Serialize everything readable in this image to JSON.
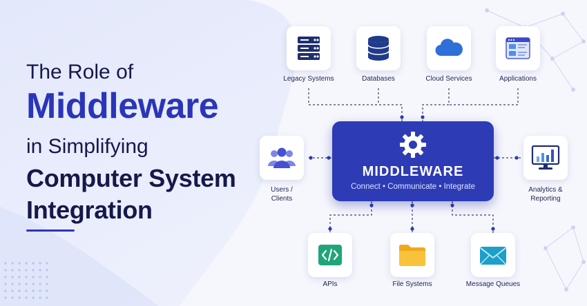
{
  "title": {
    "line1": "The Role of",
    "line2": "Middleware",
    "line3": "in Simplifying",
    "line4": "Computer System",
    "line5": "Integration"
  },
  "middleware": {
    "title": "MIDDLEWARE",
    "subtitle": "Connect • Communicate • Integrate",
    "icon": "gear-icon"
  },
  "nodes": {
    "legacy": {
      "label": "Legacy Systems",
      "icon": "server-icon"
    },
    "databases": {
      "label": "Databases",
      "icon": "database-icon"
    },
    "cloud": {
      "label": "Cloud Services",
      "icon": "cloud-icon"
    },
    "applications": {
      "label": "Applications",
      "icon": "browser-window-icon"
    },
    "users": {
      "label_line1": "Users /",
      "label_line2": "Clients",
      "icon": "users-icon"
    },
    "analytics": {
      "label_line1": "Analytics &",
      "label_line2": "Reporting",
      "icon": "bar-chart-monitor-icon"
    },
    "apis": {
      "label": "APIs",
      "icon": "code-brackets-icon"
    },
    "files": {
      "label": "File Systems",
      "icon": "folder-icon"
    },
    "queues": {
      "label": "Message Queues",
      "icon": "envelope-icon"
    }
  },
  "colors": {
    "accent": "#2a35b8",
    "middleware_bg": "#2d3bb5",
    "title_dark": "#15194a",
    "connector": "#3a3f6e"
  }
}
